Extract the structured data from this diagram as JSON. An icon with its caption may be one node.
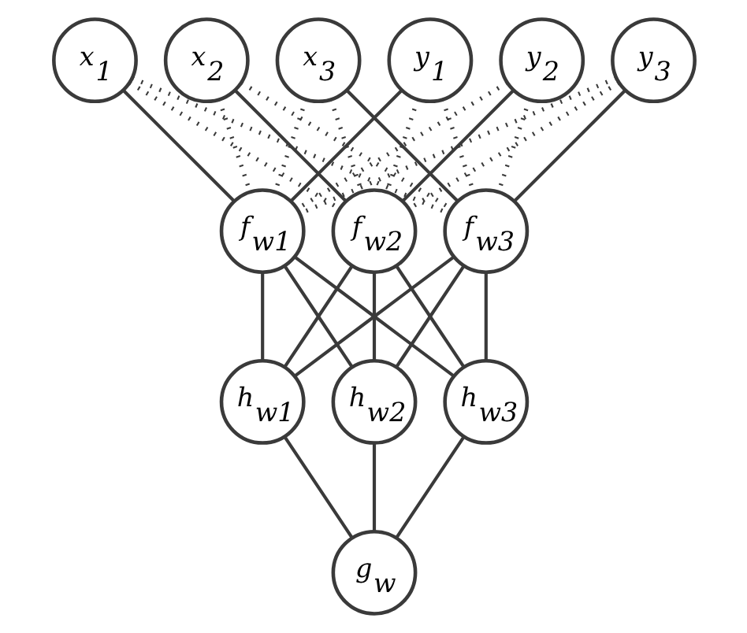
{
  "diagram": {
    "nodes": [
      {
        "text": [
          "x$_{1}$"
        ]
      },
      {
        "text": [
          "x$_{2}$"
        ]
      },
      {
        "text": [
          "x$_{3}$"
        ]
      },
      {
        "text": [
          "y$_{1}$"
        ]
      },
      {
        "text": [
          "y$_{2}$"
        ]
      },
      {
        "text": [
          "y$_{3}$"
        ]
      },
      {
        "text": [
          "f$_{w1}$"
        ]
      },
      {
        "text": [
          "f$_{w2}$"
        ]
      },
      {
        "text": [
          "f$_{w3}$"
        ]
      },
      {
        "text": [
          "h$_{w1}$"
        ]
      },
      {
        "text": [
          "h$_{w2}$"
        ]
      },
      {
        "text": [
          "h$_{w3}$"
        ]
      },
      {
        "text": [
          "g$_{w}$"
        ]
      }
    ],
    "edges": [
      {
        "from": 0,
        "to": 6,
        "arrow": "none"
      },
      {
        "from": 0,
        "to": 7,
        "arrow": "none",
        "style": "dashed"
      },
      {
        "from": 0,
        "to": 8,
        "arrow": "none",
        "style": "dashed"
      },
      {
        "from": 1,
        "to": 6,
        "arrow": "none",
        "style": "dashed"
      },
      {
        "from": 1,
        "to": 7,
        "arrow": "none"
      },
      {
        "from": 1,
        "to": 8,
        "arrow": "none",
        "style": "dashed"
      },
      {
        "from": 2,
        "to": 6,
        "arrow": "none",
        "style": "dashed"
      },
      {
        "from": 2,
        "to": 7,
        "arrow": "none",
        "style": "dashed"
      },
      {
        "from": 2,
        "to": 8,
        "arrow": "none"
      },
      {
        "from": 3,
        "to": 6,
        "arrow": "none"
      },
      {
        "from": 3,
        "to": 7,
        "arrow": "none",
        "style": "dashed"
      },
      {
        "from": 3,
        "to": 8,
        "arrow": "none",
        "style": "dashed"
      },
      {
        "from": 4,
        "to": 6,
        "arrow": "none",
        "style": "dashed"
      },
      {
        "from": 4,
        "to": 7,
        "arrow": "none"
      },
      {
        "from": 4,
        "to": 8,
        "arrow": "none",
        "style": "dashed"
      },
      {
        "from": 5,
        "to": 6,
        "arrow": "none",
        "style": "dashed"
      },
      {
        "from": 5,
        "to": 7,
        "arrow": "none",
        "style": "dashed"
      },
      {
        "from": 5,
        "to": 8,
        "arrow": "none"
      },
      {
        "from": 6,
        "to": 9,
        "arrow": "none"
      },
      {
        "from": 6,
        "to": 10,
        "arrow": "none"
      },
      {
        "from": 6,
        "to": 11,
        "arrow": "none"
      },
      {
        "from": 7,
        "to": 9,
        "arrow": "none"
      },
      {
        "from": 7,
        "to": 10,
        "arrow": "none"
      },
      {
        "from": 7,
        "to": 11,
        "arrow": "none"
      },
      {
        "from": 8,
        "to": 9,
        "arrow": "none"
      },
      {
        "from": 8,
        "to": 10,
        "arrow": "none"
      },
      {
        "from": 8,
        "to": 11,
        "arrow": "none"
      },
      {
        "from": 9,
        "to": 12,
        "arrow": "none"
      },
      {
        "from": 10,
        "to": 12,
        "arrow": "none"
      },
      {
        "from": 11,
        "to": 12,
        "arrow": "none"
      }
    ]
  }
}
